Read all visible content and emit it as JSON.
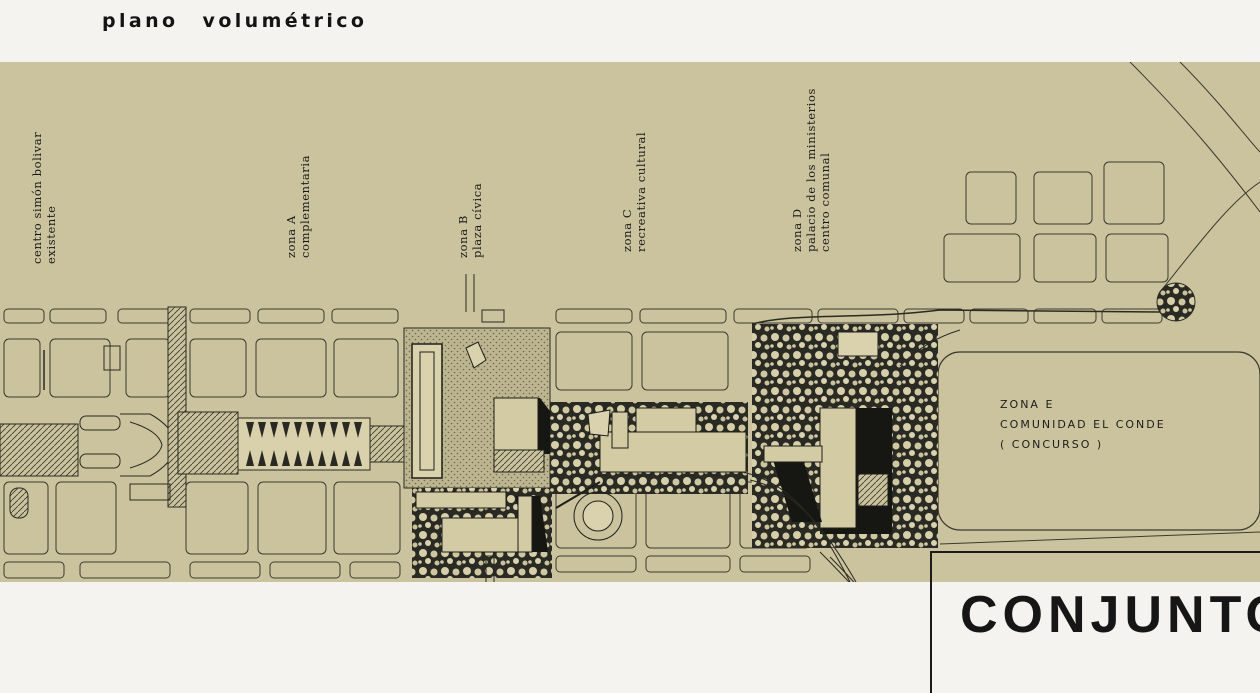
{
  "page": {
    "title": "plano volumétrico"
  },
  "plan": {
    "labels": {
      "existing": [
        "centro simón bolivar",
        "existente"
      ],
      "zone_a": [
        "zona A",
        "complementaria"
      ],
      "zone_b": [
        "zona B",
        "plaza cívica"
      ],
      "zone_c": [
        "zona C",
        "recreativa cultural"
      ],
      "zone_d": [
        "zona D",
        "palacio de los ministerios",
        "centro comunal"
      ]
    },
    "zone_e": [
      "ZONA E",
      "COMUNIDAD EL CONDE",
      "( CONCURSO )"
    ]
  },
  "footer": {
    "heading": "CONJUNTO"
  },
  "colors": {
    "plan_background": "#cbc39d",
    "page_background": "#f4f3ef",
    "ink": "#141414"
  }
}
